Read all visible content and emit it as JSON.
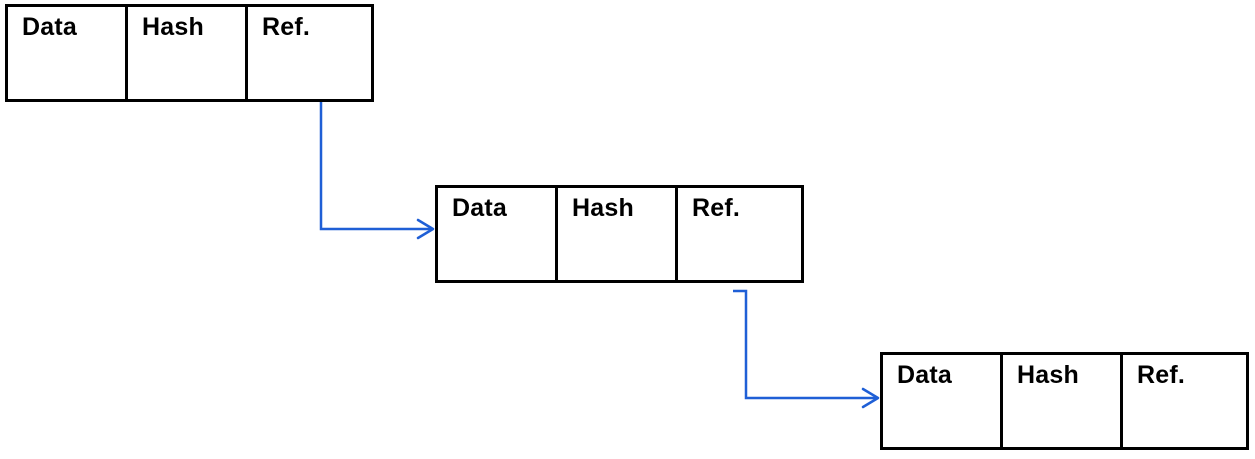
{
  "diagram": {
    "blocks": [
      {
        "fields": [
          "Data",
          "Hash",
          "Ref."
        ]
      },
      {
        "fields": [
          "Data",
          "Hash",
          "Ref."
        ]
      },
      {
        "fields": [
          "Data",
          "Hash",
          "Ref."
        ]
      }
    ],
    "connector_color": "#1f5fd6",
    "connections": [
      {
        "from": 0,
        "to": 1
      },
      {
        "from": 1,
        "to": 2
      }
    ]
  }
}
